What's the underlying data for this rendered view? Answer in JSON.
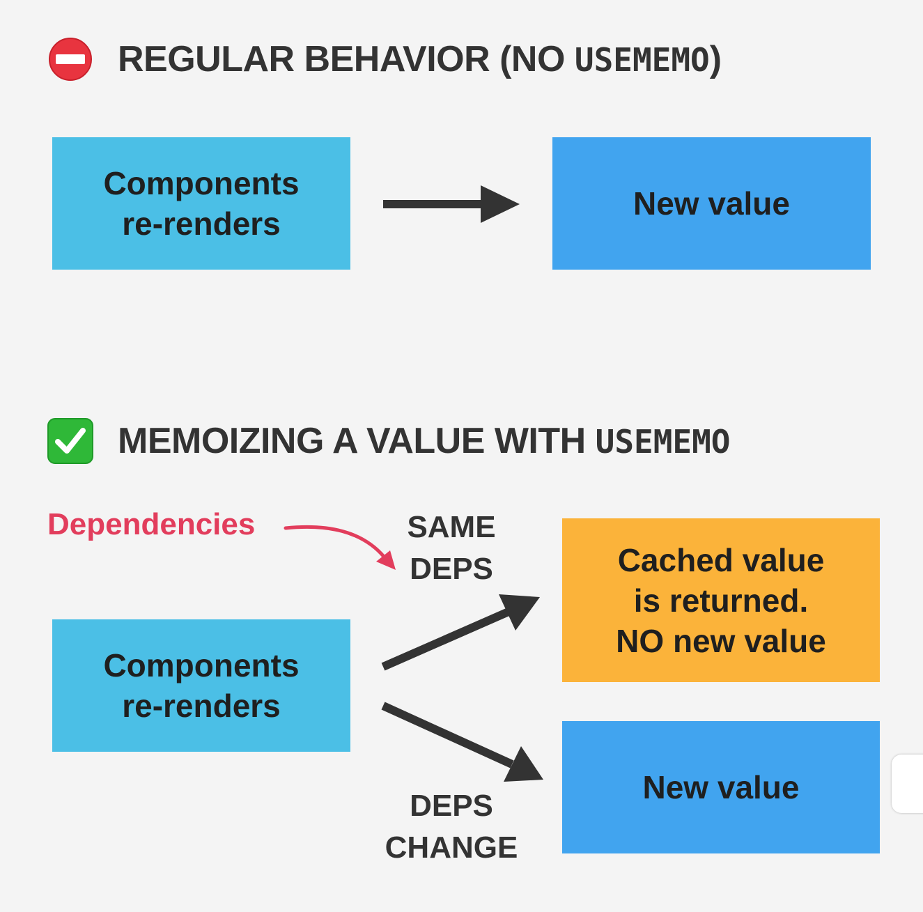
{
  "section_regular": {
    "icon": "no-entry-icon",
    "title_prefix": "REGULAR BEHAVIOR (NO ",
    "title_code": "USEMEMO",
    "title_suffix": ")",
    "source_box": "Components\nre-renders",
    "result_box": "New value"
  },
  "section_memo": {
    "icon": "check-mark-button-icon",
    "title_prefix": "MEMOIZING A VALUE WITH ",
    "title_code": "USEMEMO",
    "dependencies_label": "Dependencies",
    "same_deps_label": "SAME\nDEPS",
    "deps_change_label": "DEPS\nCHANGE",
    "source_box": "Components\nre-renders",
    "cached_box": "Cached value\nis returned.\nNO new value",
    "new_box": "New value"
  },
  "colors": {
    "background": "#f4f4f4",
    "source_box": "#4bbfe6",
    "new_value_box": "#41a4ef",
    "cached_box": "#fbb33a",
    "arrow": "#333333",
    "dependencies": "#e23d5c",
    "no_entry_icon": "#e8343f",
    "check_icon": "#2fb838"
  }
}
